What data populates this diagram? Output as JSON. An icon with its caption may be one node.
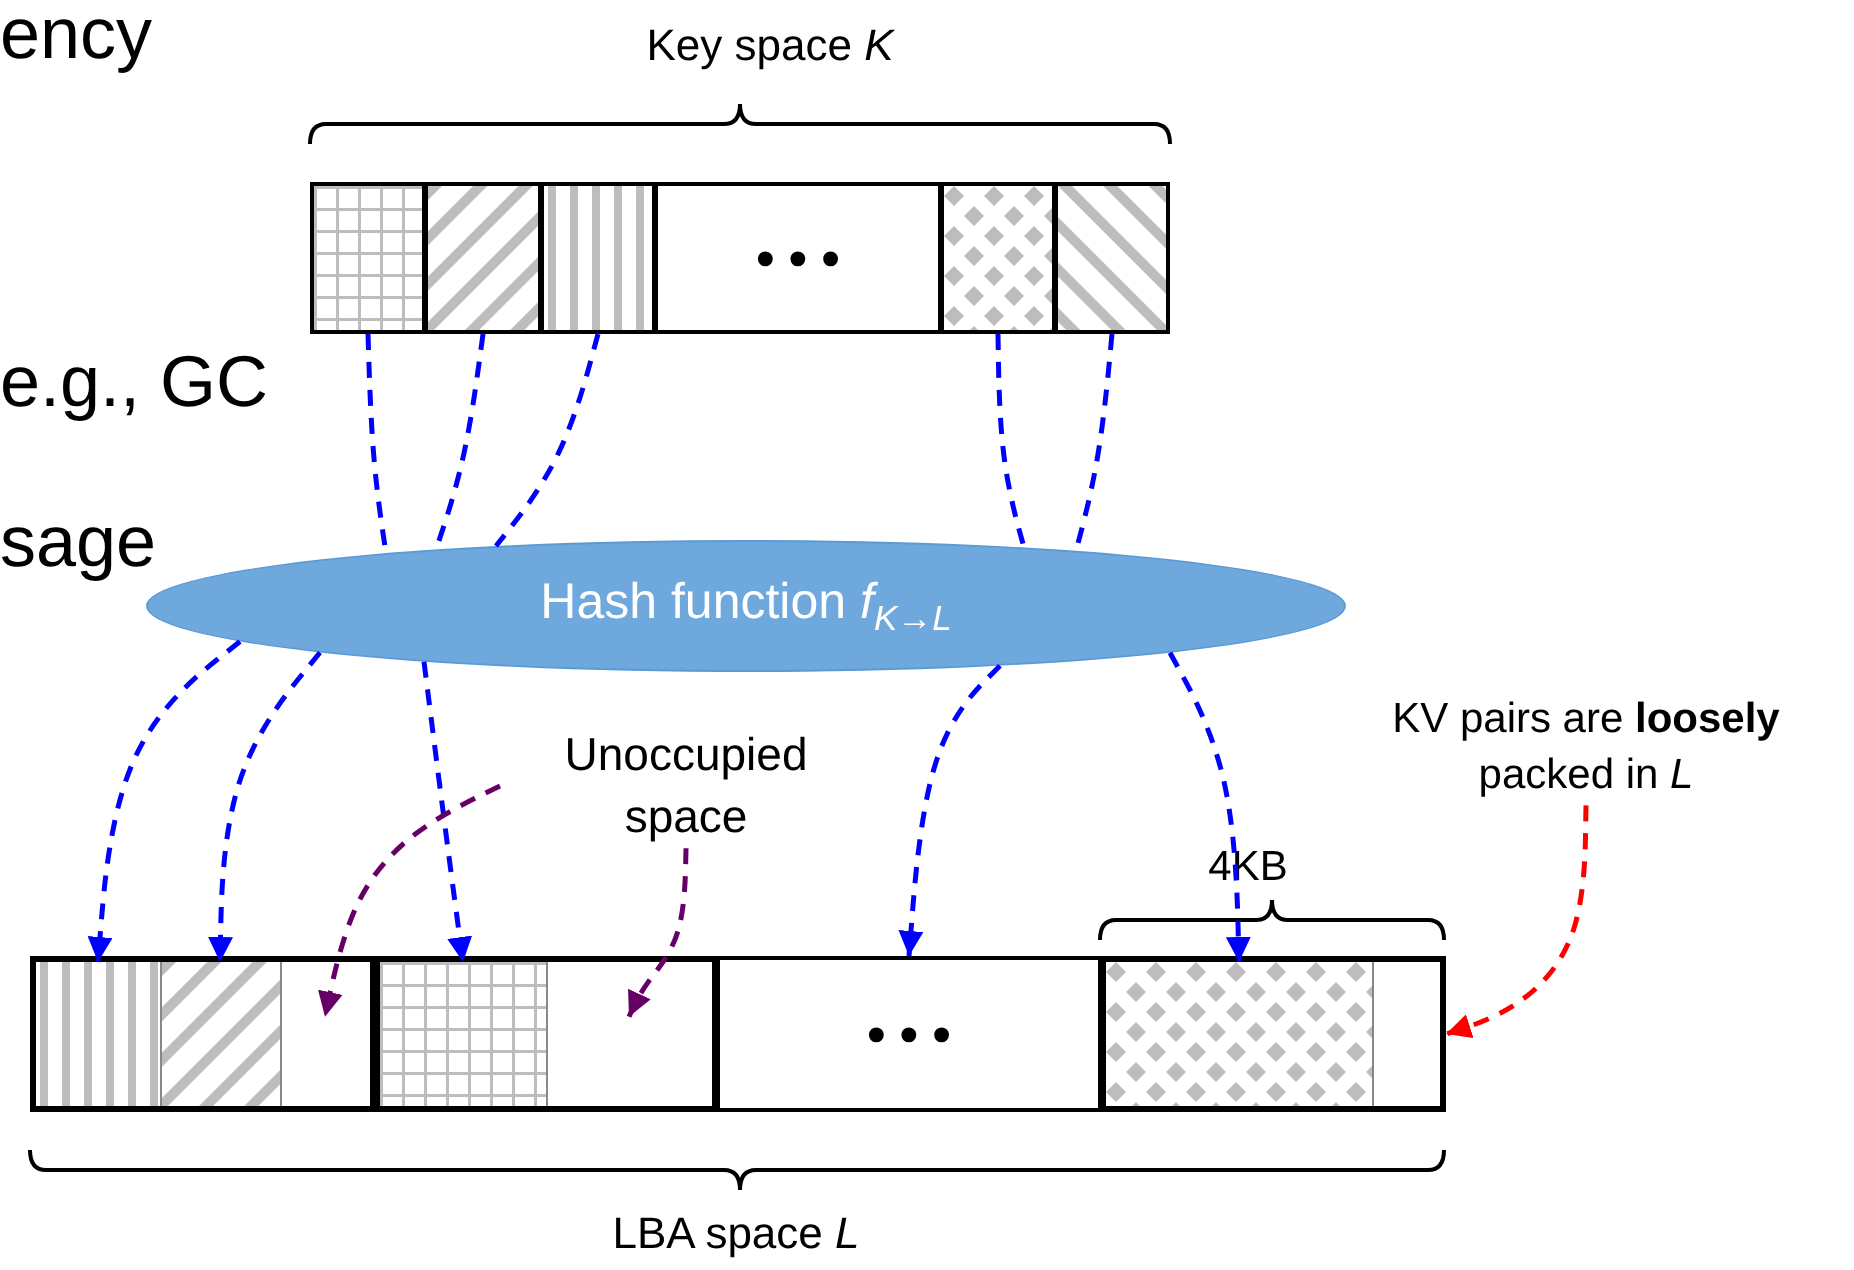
{
  "diagram": {
    "nodes": [
      {
        "text": [],
        "shape": "box"
      },
      {
        "text": [],
        "shape": "box"
      },
      {
        "text": [],
        "shape": "box"
      },
      {
        "text": [
          "• • •"
        ]
      },
      {
        "text": [],
        "shape": "box"
      },
      {
        "text": [],
        "shape": "box"
      },
      {
        "text": [
          "Hash function *f*$_{K→L}$"
        ]
      },
      {
        "text": [],
        "shape": "box"
      },
      {
        "text": [],
        "shape": "box",
        "in": 7
      },
      {
        "text": [],
        "shape": "box",
        "in": 7
      },
      {
        "text": [],
        "shape": "box",
        "in": 7
      },
      {
        "text": [],
        "shape": "box"
      },
      {
        "text": [],
        "shape": "box",
        "in": 11
      },
      {
        "text": [],
        "shape": "box",
        "in": 11
      },
      {
        "text": [
          "• • •"
        ]
      },
      {
        "text": [],
        "shape": "box"
      },
      {
        "text": [],
        "shape": "box",
        "in": 15
      },
      {
        "text": [],
        "shape": "box",
        "in": 15
      },
      {
        "text": [
          "Unoccupied space"
        ]
      },
      {
        "text": [
          "KV pairs are **loosely** packed in *L*"
        ]
      }
    ],
    "edges": [
      {
        "from": 0,
        "to": 6,
        "arrow": "none",
        "style": "dashed"
      },
      {
        "from": 6,
        "to": 12,
        "arrow": "to",
        "style": "dashed"
      },
      {
        "from": 1,
        "to": 6,
        "arrow": "none",
        "style": "dashed"
      },
      {
        "from": 6,
        "to": 9,
        "arrow": "to",
        "style": "dashed"
      },
      {
        "from": 2,
        "to": 6,
        "arrow": "none",
        "style": "dashed"
      },
      {
        "from": 6,
        "to": 8,
        "arrow": "to",
        "style": "dashed"
      },
      {
        "from": 5,
        "to": 6,
        "arrow": "none",
        "style": "dashed"
      },
      {
        "from": 6,
        "to": 14,
        "arrow": "to",
        "style": "dashed"
      },
      {
        "from": 4,
        "to": 6,
        "arrow": "none",
        "style": "dashed"
      },
      {
        "from": 6,
        "to": 16,
        "arrow": "to",
        "style": "dashed"
      },
      {
        "from": 18,
        "to": 10,
        "arrow": "to",
        "style": "dashed",
        "color": "#660066"
      },
      {
        "from": 18,
        "to": 13,
        "arrow": "to",
        "style": "dashed",
        "color": "#660066"
      },
      {
        "from": 19,
        "to": 15,
        "arrow": "to",
        "style": "dashed",
        "color": "#ff0000"
      }
    ],
    "labels": [
      "ency",
      "e.g., GC",
      "sage",
      "Key space *K*",
      "4KB",
      "LBA space *L*"
    ]
  }
}
